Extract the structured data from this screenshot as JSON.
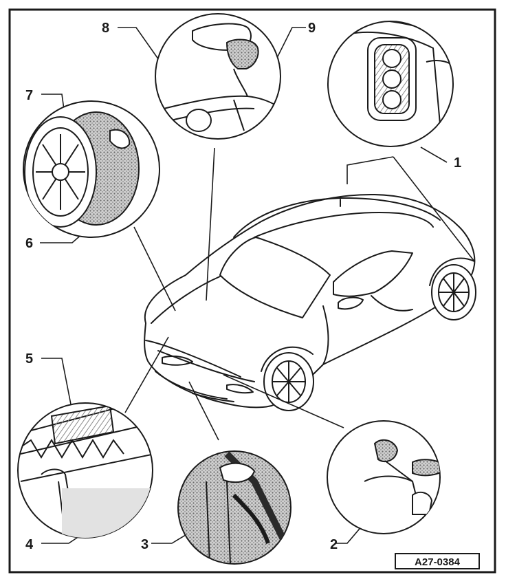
{
  "diagram": {
    "callouts": [
      {
        "id": "1",
        "label": "1"
      },
      {
        "id": "2",
        "label": "2"
      },
      {
        "id": "3",
        "label": "3"
      },
      {
        "id": "4",
        "label": "4"
      },
      {
        "id": "5",
        "label": "5"
      },
      {
        "id": "6",
        "label": "6"
      },
      {
        "id": "7",
        "label": "7"
      },
      {
        "id": "8",
        "label": "8"
      },
      {
        "id": "9",
        "label": "9"
      }
    ],
    "reference_code": "A27-0384"
  },
  "colors": {
    "ink": "#1a1a1a",
    "background": "#ffffff",
    "hatch": "#9a9a9a"
  }
}
